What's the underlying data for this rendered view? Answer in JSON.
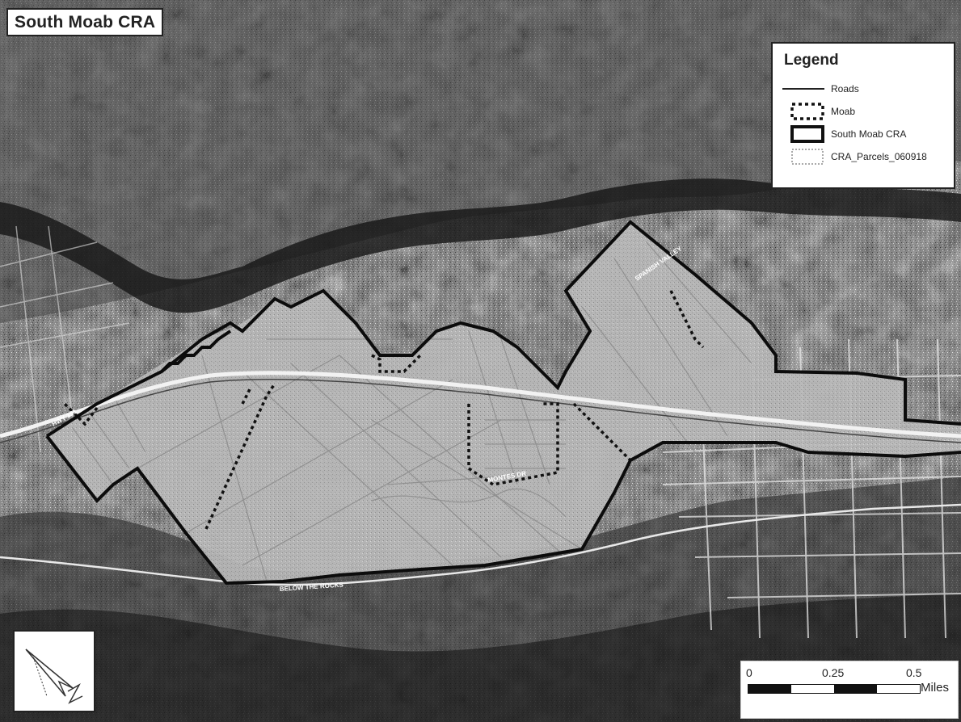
{
  "map": {
    "title": "South Moab CRA",
    "road_labels": {
      "hwy": "HWY 191",
      "below_the_rocks": "BELOW THE ROCKS",
      "spanish_valley": "SPANISH VALLEY",
      "montes_dr": "MONTES DR"
    }
  },
  "legend": {
    "title": "Legend",
    "items": [
      {
        "label": "Roads",
        "symbol": "line"
      },
      {
        "label": "Moab",
        "symbol": "dotted-boundary"
      },
      {
        "label": "South Moab CRA",
        "symbol": "thick-outline"
      },
      {
        "label": "CRA_Parcels_060918",
        "symbol": "thin-dashed-outline"
      }
    ]
  },
  "scale_bar": {
    "tick_0": "0",
    "tick_mid": "0.25",
    "tick_end": "0.5",
    "unit": "Miles"
  },
  "north_arrow": {
    "icon": "north-arrow-icon"
  },
  "colors": {
    "terrain_dark": "#2a2a2a",
    "terrain_mid": "#6b6b6b",
    "cra_fill": "#b8b8b8",
    "boundary": "#111111",
    "road": "#e8e8e8"
  }
}
